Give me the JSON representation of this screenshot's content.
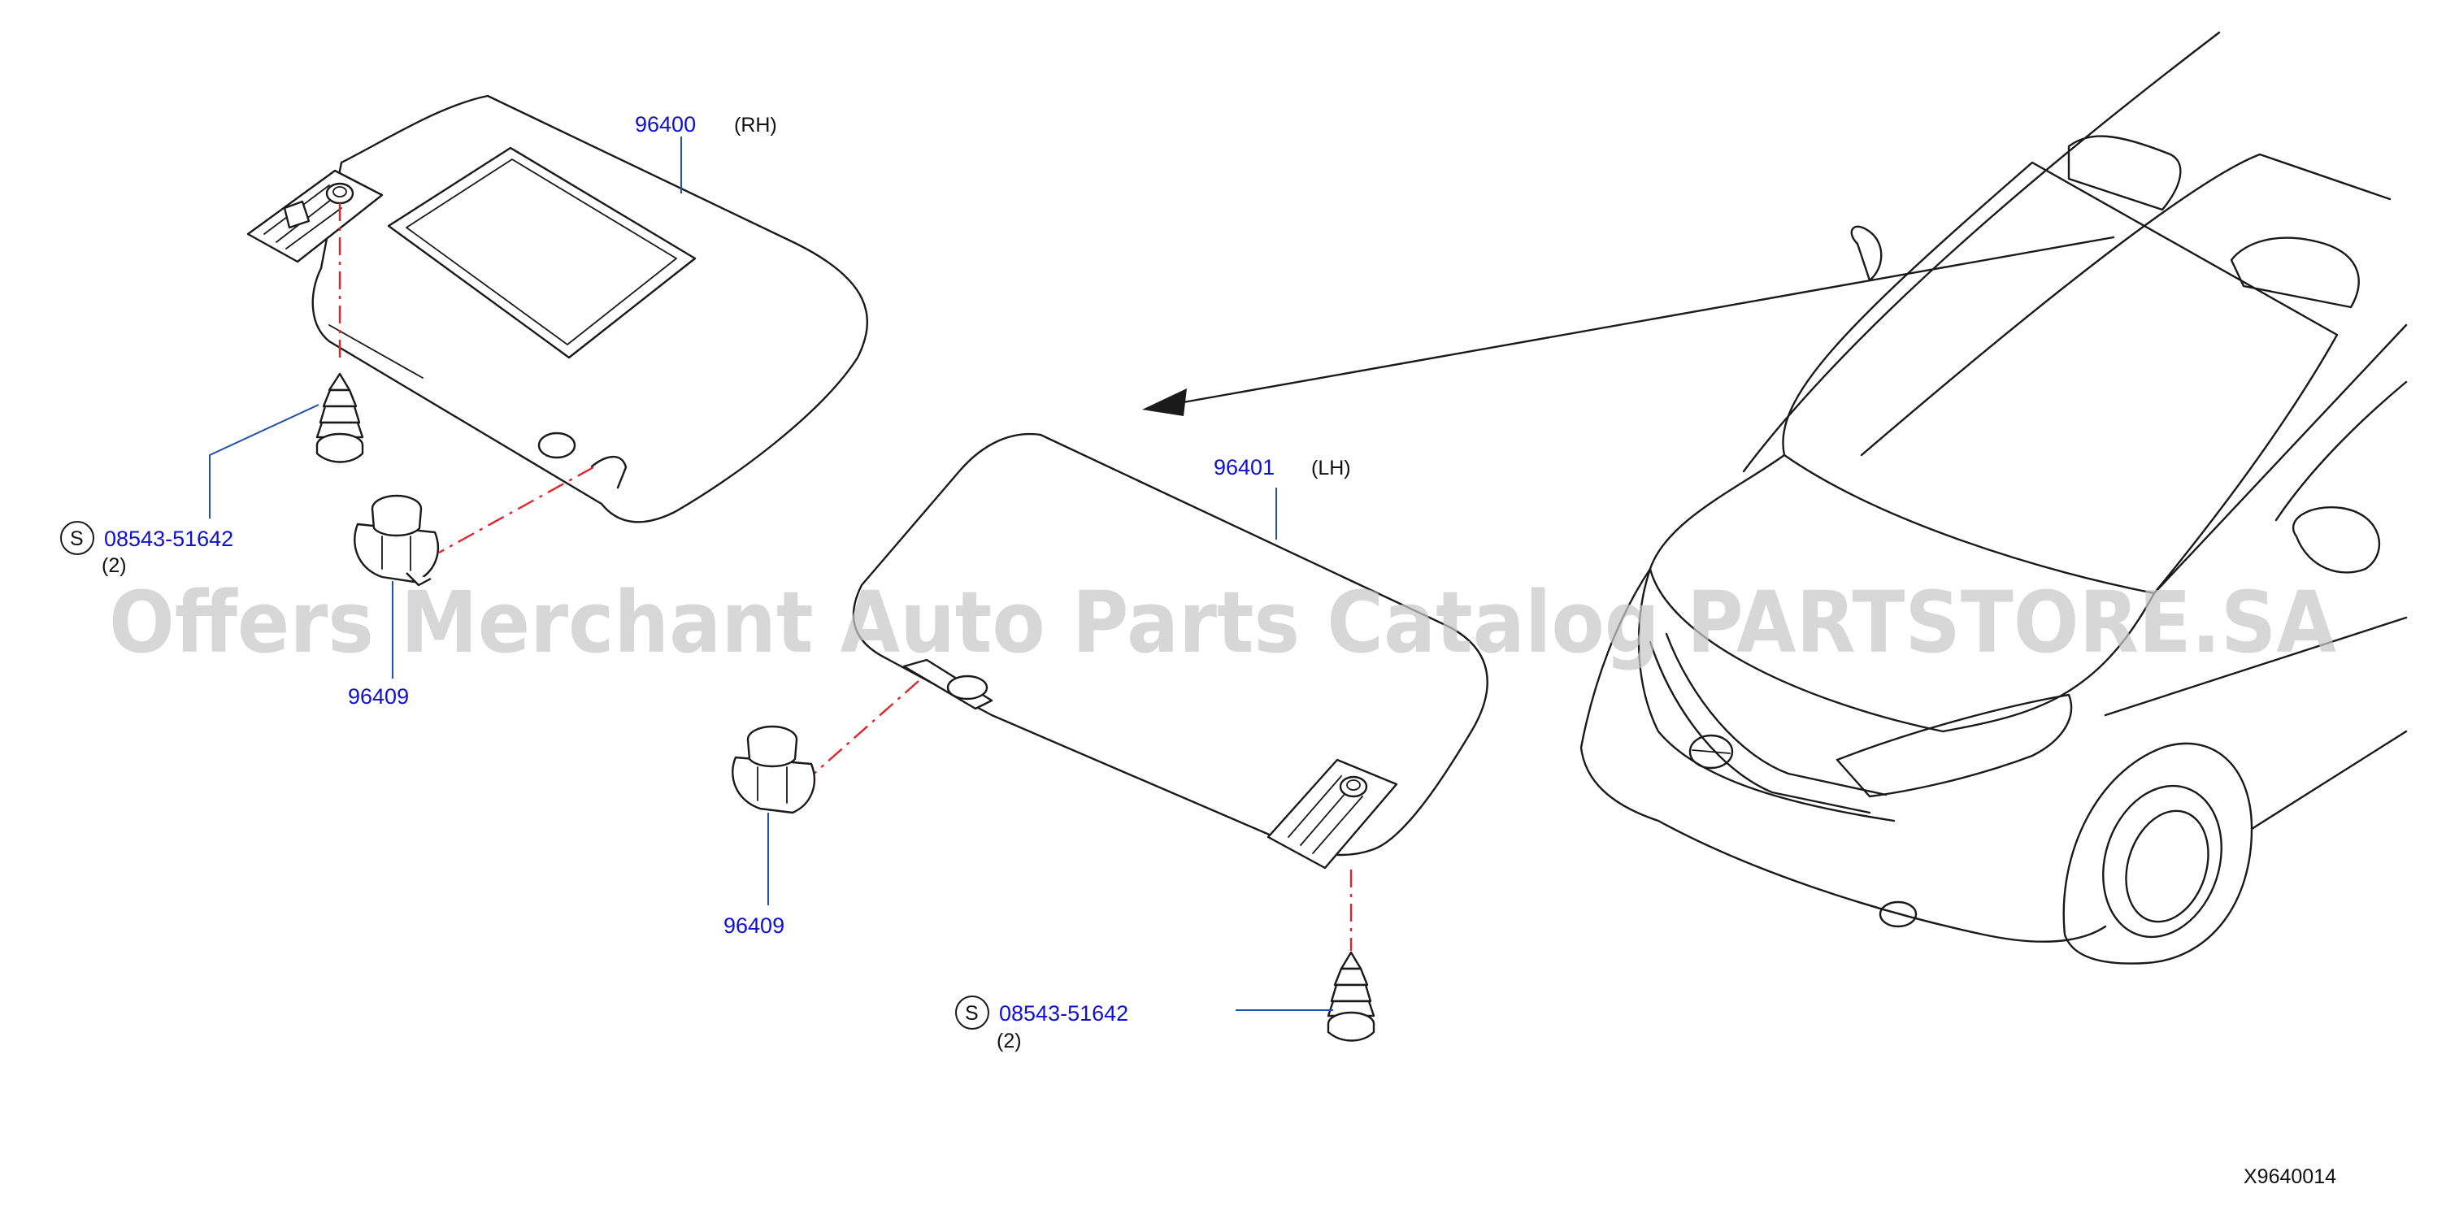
{
  "visor_rh": {
    "part_number": "96400",
    "side": "(RH)"
  },
  "visor_lh": {
    "part_number": "96401",
    "side": "(LH)"
  },
  "holder_upper": {
    "part_number": "96409"
  },
  "holder_lower": {
    "part_number": "96409"
  },
  "screw_upper": {
    "symbol": "S",
    "part_number": "08543-51642",
    "quantity": "(2)"
  },
  "screw_lower": {
    "symbol": "S",
    "part_number": "08543-51642",
    "quantity": "(2)"
  },
  "watermark": "Offers Merchant Auto Parts Catalog PARTSTORE.SA",
  "figure_code": "X9640014",
  "colors": {
    "part_number": "#1010d0",
    "leader": "#1f4fb0",
    "centerline": "#e0242a",
    "watermark": "#c8c8c8"
  }
}
